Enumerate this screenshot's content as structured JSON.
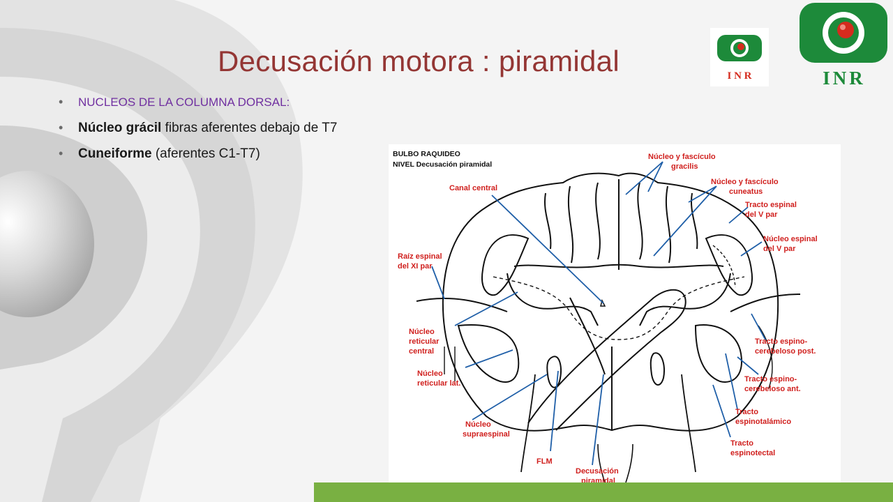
{
  "slide": {
    "title": "Decusación motora : piramidal",
    "bullets": [
      {
        "text": "NUCLEOS DE LA COLUMNA DORSAL:"
      },
      {
        "bold": "Núcleo grácil",
        "rest": "  fibras aferentes debajo de T7"
      },
      {
        "bold": "Cuneiforme",
        "rest": " (aferentes C1-T7)"
      }
    ]
  },
  "logos": [
    {
      "name": "logo-inr-small",
      "text": "I N R"
    },
    {
      "name": "logo-inr-large",
      "text": "INR"
    }
  ],
  "diagram": {
    "header_line1": "BULBO RAQUIDEO",
    "header_line2": "NIVEL Decusación piramidal",
    "labels": {
      "nucleo_fasciculo_gracilis_1": "Núcleo y fascículo",
      "nucleo_fasciculo_gracilis_2": "gracilis",
      "canal_central": "Canal central",
      "nucleo_fasciculo_cuneatus_1": "Núcleo y fascículo",
      "nucleo_fasciculo_cuneatus_2": "cuneatus",
      "tracto_espinal_v_1": "Tracto espinal",
      "tracto_espinal_v_2": "del V par",
      "nucleo_espinal_v_1": "Núcleo espinal",
      "nucleo_espinal_v_2": "del V par",
      "raiz_espinal_xi_1": "Raíz espinal",
      "raiz_espinal_xi_2": "del XI par",
      "nucleo_reticular_central_1": "Núcleo",
      "nucleo_reticular_central_2": "reticular",
      "nucleo_reticular_central_3": "central",
      "nucleo_reticular_lat_1": "Núcleo",
      "nucleo_reticular_lat_2": "reticular lat.",
      "tracto_espinocerebeloso_post_1": "Tracto espino-",
      "tracto_espinocerebeloso_post_2": "cerebeloso post.",
      "tracto_espinocerebeloso_ant_1": "Tracto espino-",
      "tracto_espinocerebeloso_ant_2": "cerebeloso ant.",
      "tracto_espinotalamico_1": "Tracto",
      "tracto_espinotalamico_2": "espinotalámico",
      "nucleo_supraespinal_1": "Núcleo",
      "nucleo_supraespinal_2": "supraespinal",
      "tracto_espinotectal_1": "Tracto",
      "tracto_espinotectal_2": "espinotectal",
      "flm": "FLM",
      "decusacion_piramidal_1": "Decusación",
      "decusacion_piramidal_2": "piramidal"
    }
  },
  "colors": {
    "title": "#943634",
    "purple_bullet": "#7030a0",
    "label_red": "#d0201e",
    "pointer_blue": "#1f5fa8",
    "logo_green": "#1d8a3a",
    "logo_red": "#d52b1e",
    "footer_green": "#79b042"
  }
}
